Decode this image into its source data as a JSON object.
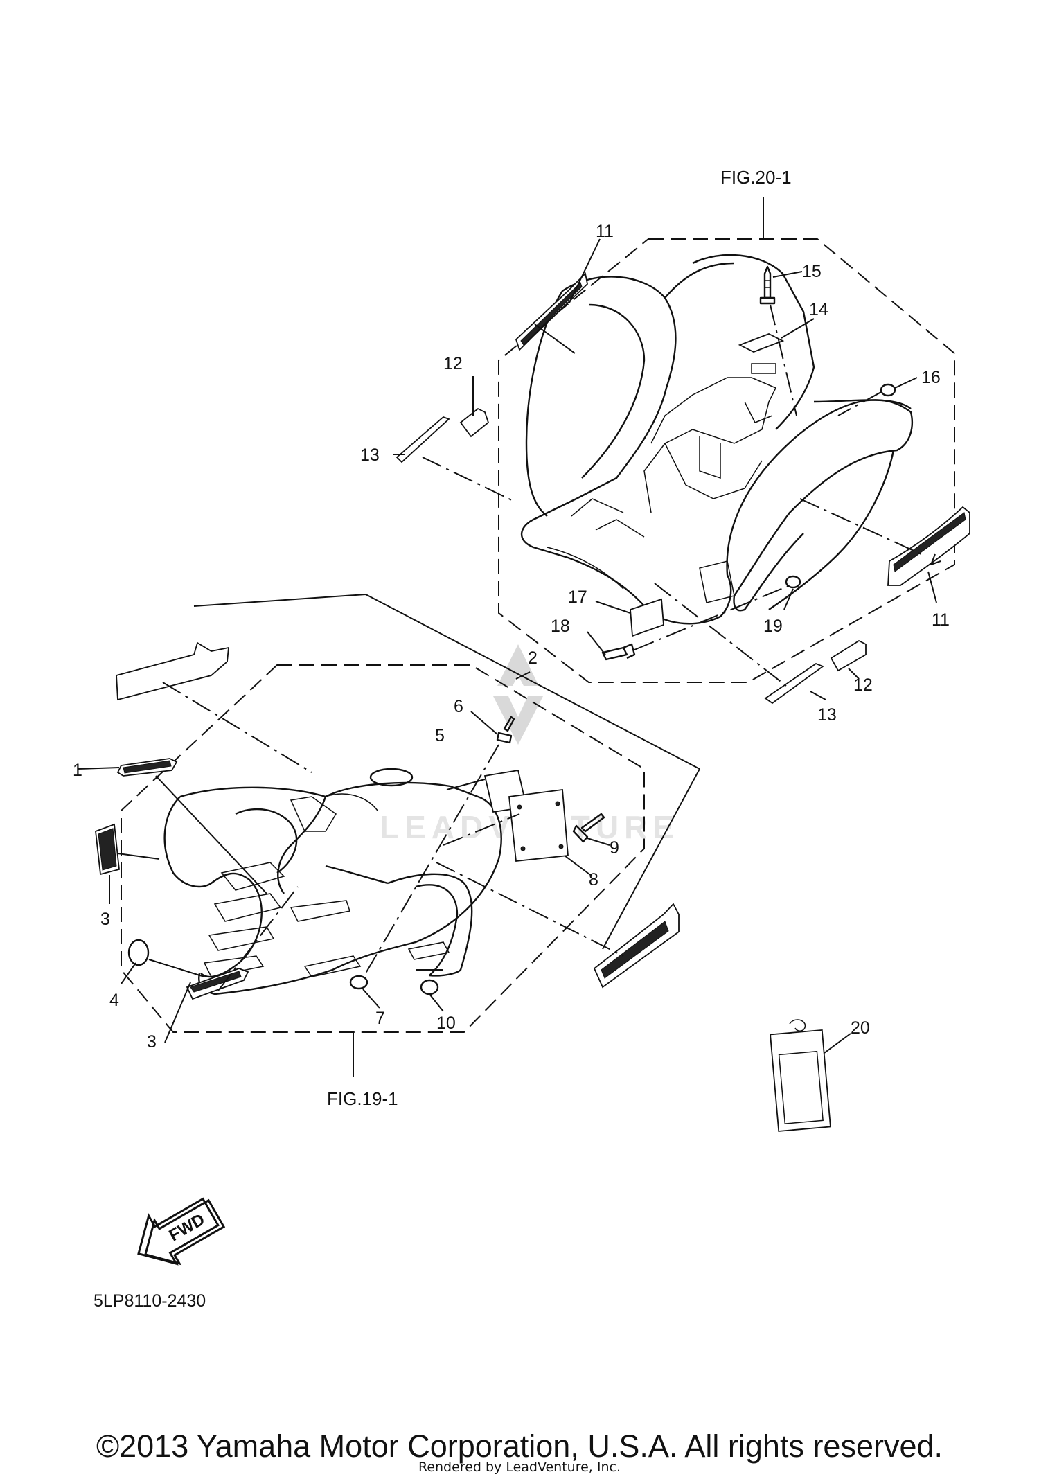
{
  "diagram": {
    "drawing_code": "5LP8110-2430",
    "figure_refs": {
      "fig_20": "FIG.20-1",
      "fig_19": "FIG.19-1"
    },
    "callouts": {
      "c1": "1",
      "c2": "2",
      "c3a": "3",
      "c3b": "3",
      "c4": "4",
      "c5": "5",
      "c6": "6",
      "c7": "7",
      "c8": "8",
      "c9": "9",
      "c10": "10",
      "c11a": "11",
      "c11b": "11",
      "c12a": "12",
      "c12b": "12",
      "c13a": "13",
      "c13b": "13",
      "c14": "14",
      "c15": "15",
      "c16": "16",
      "c17": "17",
      "c18": "18",
      "c19": "19",
      "c20": "20"
    },
    "fwd_label": "FWD"
  },
  "watermark": {
    "text": "LEADVENTURE"
  },
  "footer": {
    "copyright": "©2013 Yamaha Motor Corporation, U.S.A. All rights reserved.",
    "rendered_by": "Rendered by LeadVenture, Inc."
  }
}
